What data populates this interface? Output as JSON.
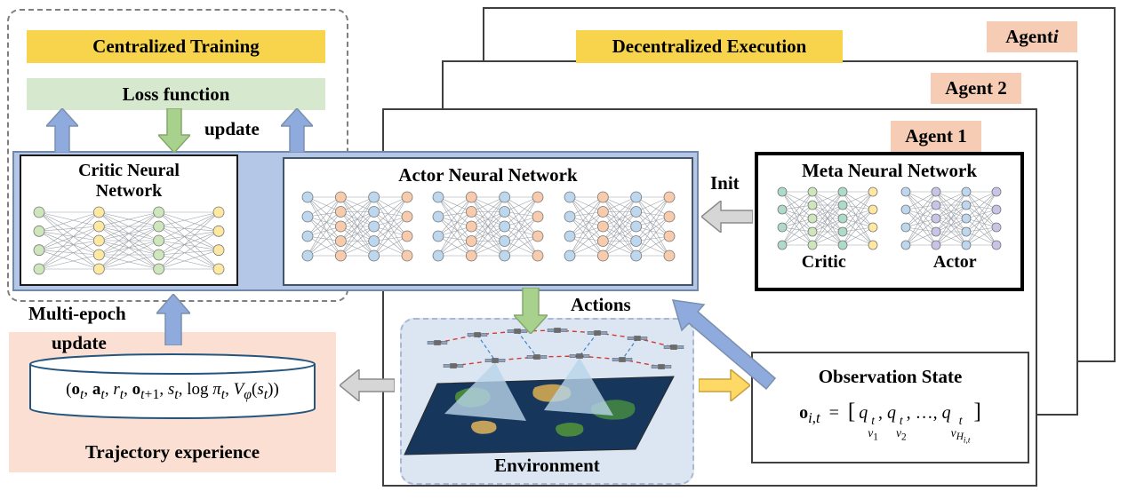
{
  "title_bars": {
    "decentralized": "Decentralized Execution",
    "centralized": "Centralized Training"
  },
  "agents": [
    {
      "label_html": "Agent <i>i</i>"
    },
    {
      "label_html": "Agent 2"
    },
    {
      "label_html": "Agent 1"
    }
  ],
  "centralized": {
    "loss_label": "Loss function",
    "update_label": "update",
    "multi_epoch_line1": "Multi-epoch",
    "multi_epoch_line2": "update"
  },
  "boxes": {
    "critic_title": "Critic Neural Network",
    "actor_title": "Actor Neural Network",
    "meta_title": "Meta Neural Network",
    "meta_critic_label": "Critic",
    "meta_actor_label": "Actor",
    "environment_title": "Environment",
    "observation_title": "Observation State",
    "trajectory_caption": "Trajectory experience"
  },
  "arrow_labels": {
    "init": "Init",
    "actions": "Actions"
  },
  "formulas": {
    "trajectory_html": "(<b>o</b><sub><i>t</i></sub>, <b>a</b><sub><i>t</i></sub>, <i>r</i><sub><i>t</i></sub>, <b>o</b><sub><i>t</i>+1</sub>, <i>s</i><sub><i>t</i></sub>, log <i>π</i><sub><i>t</i></sub>, <i>V</i><sub><i>φ</i></sub>(<i>s</i><sub><i>t</i></sub>))",
    "observation_html": "<b>o</b><sub><i>i</i>,<i>t</i></sub> &nbsp;=&nbsp; <span class=\"br\">[</span>&thinsp;<i>q</i><span class=\"ss\"><sup><i>t</i></sup><sub><i>v</i><sub>1</sub></sub></span>, <i>q</i><span class=\"ss\"><sup><i>t</i></sup><sub><i>v</i><sub>2</sub></sub></span>, &hellip;, <i>q</i><span class=\"ss\"><sup><i>t</i></sup><sub><i>v</i><sub><i>H</i><sub><i>i</i>,<i>t</i></sub></sub></sub></span>&thinsp;<span class=\"br\">]</span>"
  },
  "colors": {
    "gold": "#F8D44C",
    "light_green": "#D6E8CE",
    "salmon_tag": "#F6CCB4",
    "salmon_panel": "#FADFD2",
    "band_blue": "#B4C7E7",
    "env_blue": "#DCE6F3",
    "arrow_blue": "#8FAADC",
    "arrow_green": "#A9D18E",
    "arrow_gray": "#D6D6D6",
    "arrow_yellow": "#FFD966"
  },
  "networks": {
    "critic_main": {
      "layers": [
        4,
        5,
        5,
        4
      ],
      "colors": [
        "#CDE6BC",
        "#FFE9A0",
        "#CDE6BC",
        "#FFE9A0"
      ]
    },
    "actor_net": {
      "layers": [
        4,
        5,
        5,
        4
      ],
      "colors": [
        "#BDD7EE",
        "#F8CBAD",
        "#BDD7EE",
        "#F8CBAD"
      ]
    },
    "meta_critic": {
      "layers": [
        4,
        5,
        5,
        4
      ],
      "colors": [
        "#AEDBC8",
        "#CDE6BC",
        "#AEDBC8",
        "#FFE9A0"
      ]
    },
    "meta_actor": {
      "layers": [
        4,
        5,
        5,
        4
      ],
      "colors": [
        "#BDD7EE",
        "#C7C4E8",
        "#BDD7EE",
        "#C7C4E8"
      ]
    }
  }
}
